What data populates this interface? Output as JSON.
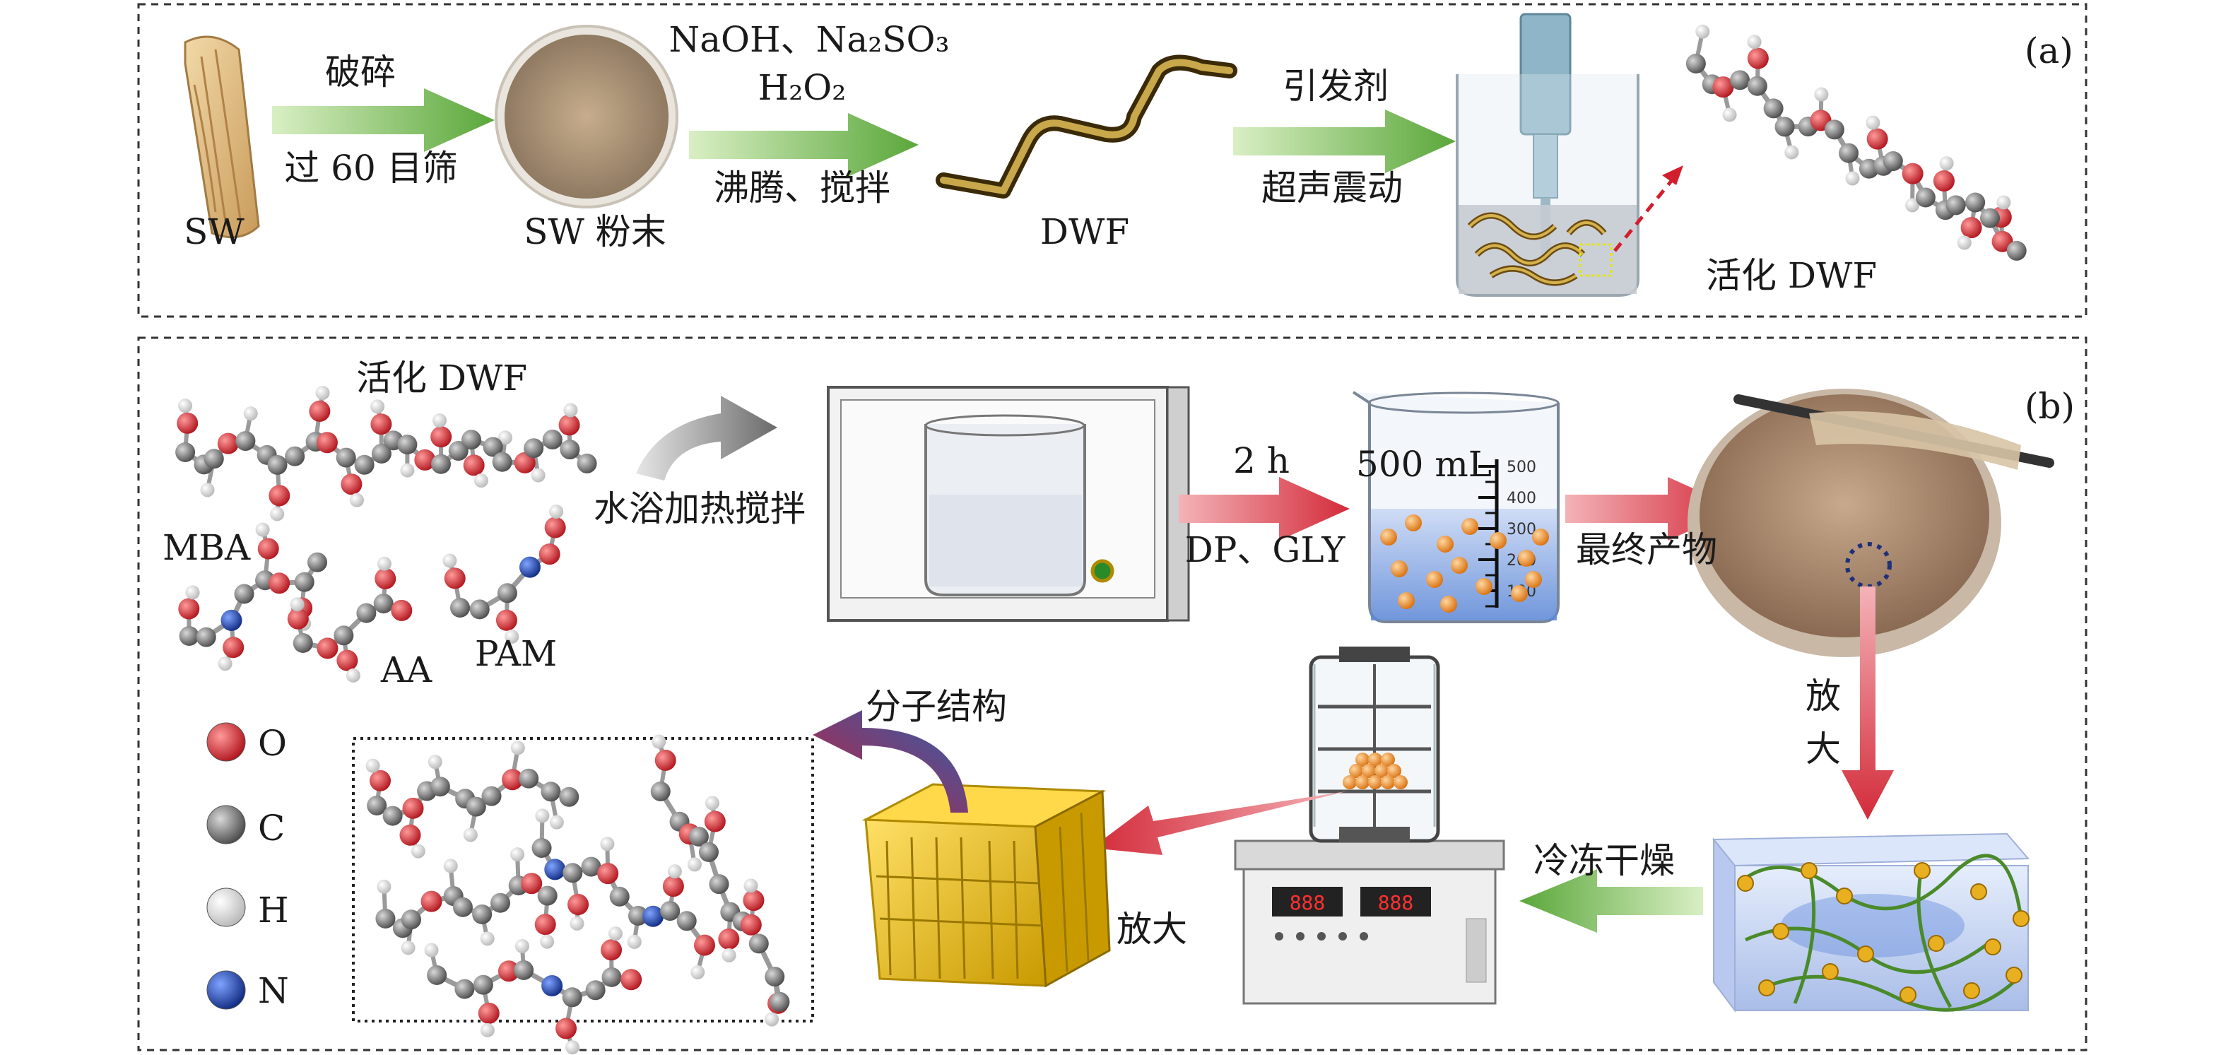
{
  "panel_a": {
    "tag": "(a)",
    "sw": "SW",
    "crush": "破碎",
    "sieve": "过 60 目筛",
    "powder": "SW 粉末",
    "reagents_line1": "NaOH、Na₂SO₃",
    "reagents_line2": "H₂O₂",
    "boil": "沸腾、搅拌",
    "dwf": "DWF",
    "initiator": "引发剂",
    "ultrasound": "超声震动",
    "activated": "活化 DWF"
  },
  "panel_b": {
    "tag": "(b)",
    "activated": "活化 DWF",
    "mba": "MBA",
    "aa": "AA",
    "pam": "PAM",
    "water_bath": "水浴加热搅拌",
    "time": "2 h",
    "additives": "DP、GLY",
    "volume": "500 mL",
    "beaker_marks": [
      "500",
      "400",
      "300",
      "200",
      "100"
    ],
    "final_product": "最终产物",
    "magnify_vertical": "放\n大",
    "freeze_dry": "冷冻干燥",
    "magnify": "放大",
    "molecular_structure": "分子结构",
    "legend": [
      {
        "symbol": "O",
        "color": "#cc2020"
      },
      {
        "symbol": "C",
        "color": "#7a7a7a"
      },
      {
        "symbol": "H",
        "color": "#f2f2f2"
      },
      {
        "symbol": "N",
        "color": "#1f3f9a"
      }
    ]
  }
}
